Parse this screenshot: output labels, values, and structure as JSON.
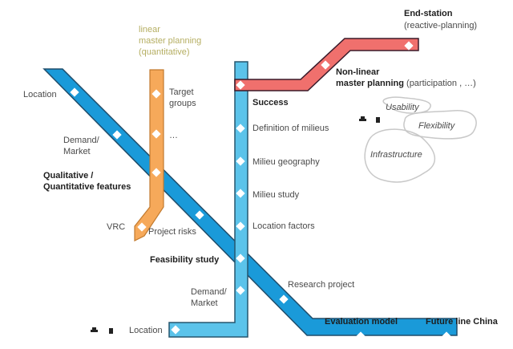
{
  "colors": {
    "dark_blue_line": "#1a9ad9",
    "light_blue_line": "#5bc3ea",
    "orange_line": "#f6a95a",
    "red_line": "#f0706d",
    "gold_text": "#b5ae62",
    "outline": "#2b4a5e",
    "cloud_stroke": "#c8c8c8"
  },
  "lines": {
    "orange_title": [
      "linear",
      "master planning",
      "(quantitative)"
    ],
    "red_title_bold_1": "Non-linear",
    "red_title_bold_2": "master planning",
    "red_title_tail": "(participation , …)",
    "end_station": "End-station",
    "end_station_sub": "(reactive-planning)"
  },
  "dark_blue_stations": {
    "location": "Location",
    "demand_market_1": "Demand/",
    "demand_market_2": "Market",
    "qual_quant_1": "Qualitative /",
    "qual_quant_2": "Quantitative features",
    "project_risks": "Project risks",
    "research_project": "Research project",
    "evaluation_model": "Evaluation model",
    "future_line_china": "Future line China"
  },
  "orange_stations": {
    "target_groups_1": "Target",
    "target_groups_2": "groups",
    "ellipsis": "…",
    "vrc": "VRC"
  },
  "light_blue_stations": {
    "success": "Success",
    "definition_of_milieus": "Definition of milieus",
    "milieu_geography": "Milieu geography",
    "milieu_study": "Milieu study",
    "location_factors": "Location factors",
    "feasibility_study": "Feasibility study",
    "demand_market_1": "Demand/",
    "demand_market_2": "Market",
    "location": "Location"
  },
  "clouds": {
    "usability": "Usability",
    "flexibility": "Flexibility",
    "infrastructure": "Infrastructure"
  },
  "icons": [
    "ship-icon",
    "train-icon"
  ]
}
